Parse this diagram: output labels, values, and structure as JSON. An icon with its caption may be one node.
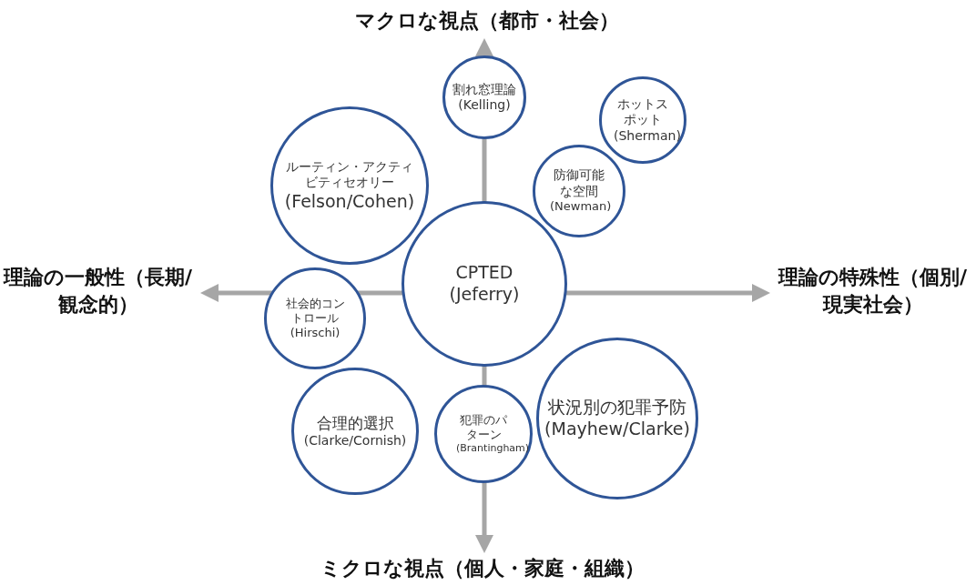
{
  "diagram": {
    "nodes": [
      {
        "text": [
          "CPTED",
          "(Jeferry)"
        ]
      },
      {
        "text": [
          "割れ窓理論",
          "(Kelling)"
        ]
      },
      {
        "text": [
          "ルーティン・アクティビティセオリー",
          "(Felson/Cohen)"
        ]
      },
      {
        "text": [
          "ホットスポット",
          "(Sherman)"
        ]
      },
      {
        "text": [
          "防御可能な空間",
          "(Newman)"
        ]
      },
      {
        "text": [
          "社会的コントロール",
          "(Hirschi)"
        ]
      },
      {
        "text": [
          "合理的選択",
          "(Clarke/Cornish)"
        ]
      },
      {
        "text": [
          "犯罪のパターン",
          "(Brantingham)"
        ]
      },
      {
        "text": [
          "状況別の犯罪予防",
          "(Mayhew/Clarke)"
        ]
      }
    ],
    "labels": [
      "マクロな視点（都市・社会）",
      "理論の一般性（長期/観念的）",
      "理論の特殊性（個別/現実社会）",
      "ミクロな視点（個人・家庭・組織）"
    ]
  }
}
